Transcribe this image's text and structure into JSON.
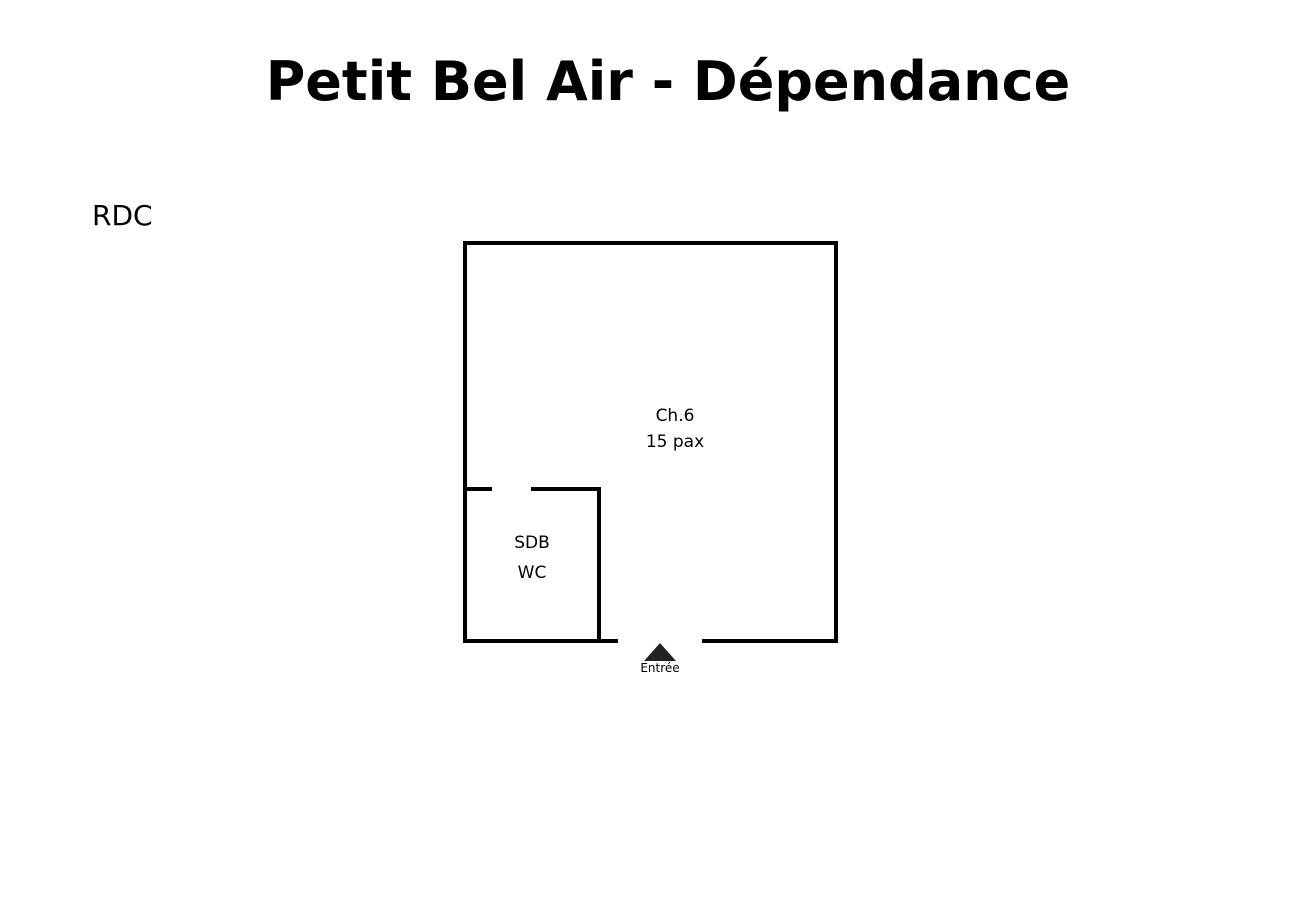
{
  "title": "Petit Bel Air - Dépendance",
  "floor_label": "RDC",
  "rooms": [
    {
      "name": "Ch.6",
      "capacity": "15 pax"
    },
    {
      "name": "SDB",
      "sub": "WC"
    }
  ],
  "entrance": {
    "label": "Entrée",
    "icon": "triangle-up-icon"
  },
  "colors": {
    "wall": "#000000",
    "background": "#ffffff"
  }
}
